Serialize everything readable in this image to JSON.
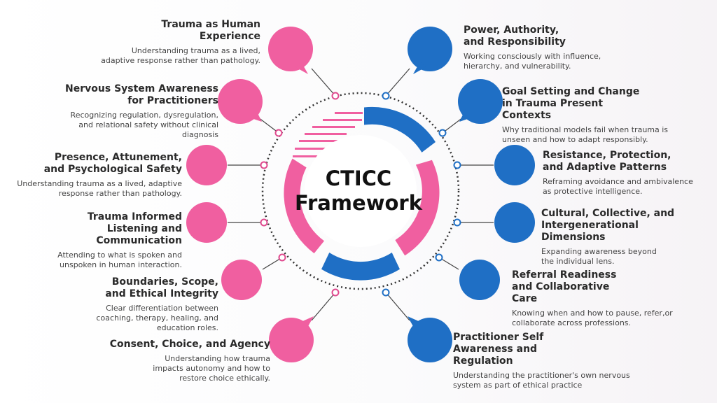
{
  "center": {
    "line1": "CTICC",
    "line2": "Framework"
  },
  "colors": {
    "pink": "#f05fa0",
    "blue": "#1f6fc5",
    "dotted": "#333333"
  },
  "left_items": [
    {
      "title": "Trauma as Human Experience",
      "desc": "Understanding trauma as a lived, adaptive response rather than pathology."
    },
    {
      "title": "Nervous System Awareness for Practitioners",
      "desc": "Recognizing regulation, dysregulation, and relational safety without clinical diagnosis"
    },
    {
      "title": "Presence, Attunement, and Psychological Safety",
      "desc": "Understanding trauma as a lived, adaptive response rather than pathology."
    },
    {
      "title": "Trauma Informed Listening and Communication",
      "desc": "Attending to what is spoken and unspoken in human interaction."
    },
    {
      "title": "Boundaries, Scope, and Ethical Integrity",
      "desc": "Clear differentiation between coaching, therapy, healing, and education roles."
    },
    {
      "title": "Consent, Choice, and Agency",
      "desc": "Understanding how trauma impacts autonomy and how to restore choice ethically."
    }
  ],
  "right_items": [
    {
      "title": "Power, Authority, and Responsibility",
      "desc": "Working consciously with influence, hierarchy, and vulnerability."
    },
    {
      "title": "Goal Setting and Change in Trauma Present Contexts",
      "desc": "Why traditional models fail when trauma is unseen and how to adapt responsibly."
    },
    {
      "title": "Resistance, Protection, and Adaptive Patterns",
      "desc": "Reframing avoidance and ambivalence as protective intelligence."
    },
    {
      "title": "Cultural, Collective, and Intergenerational Dimensions",
      "desc": "Expanding awareness beyond the individual lens."
    },
    {
      "title": "Referral Readiness and Collaborative Care",
      "desc": "Knowing when and how to pause, refer,or collaborate across professions."
    },
    {
      "title": "Practitioner Self Awareness and Regulation",
      "desc": "Understanding the practitioner's own nervous system as part of ethical practice"
    }
  ]
}
